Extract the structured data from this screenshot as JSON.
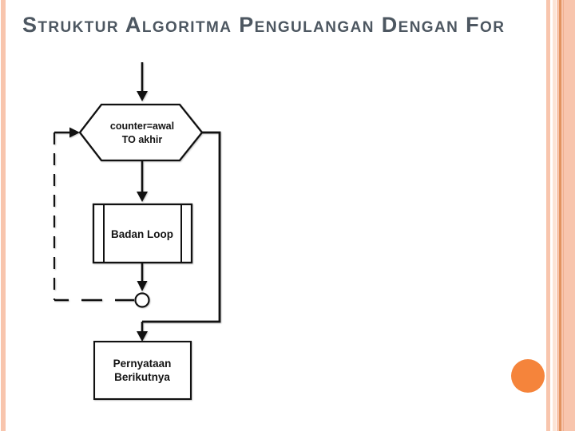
{
  "slide": {
    "title": "Struktur Algoritma Pengulangan Dengan For",
    "title_color": "#4d5761",
    "background": "#ffffff"
  },
  "theme": {
    "stripe_salmon": "#f8c5ad",
    "stripe_pale": "#fce3d5",
    "stripe_dark_orange": "#e2935f",
    "stripe_mid_orange": "#f0b090",
    "accent_circle_orange": "#f5843b"
  },
  "flowchart": {
    "for_header": {
      "shape": "hexagon",
      "line1": "counter=awal",
      "line2": "TO akhir"
    },
    "loop_body": {
      "shape": "predefined-process",
      "label": "Badan Loop"
    },
    "connector": {
      "shape": "circle"
    },
    "next_statement": {
      "shape": "rectangle",
      "line1": "Pernyataan",
      "line2": "Berikutnya"
    }
  }
}
